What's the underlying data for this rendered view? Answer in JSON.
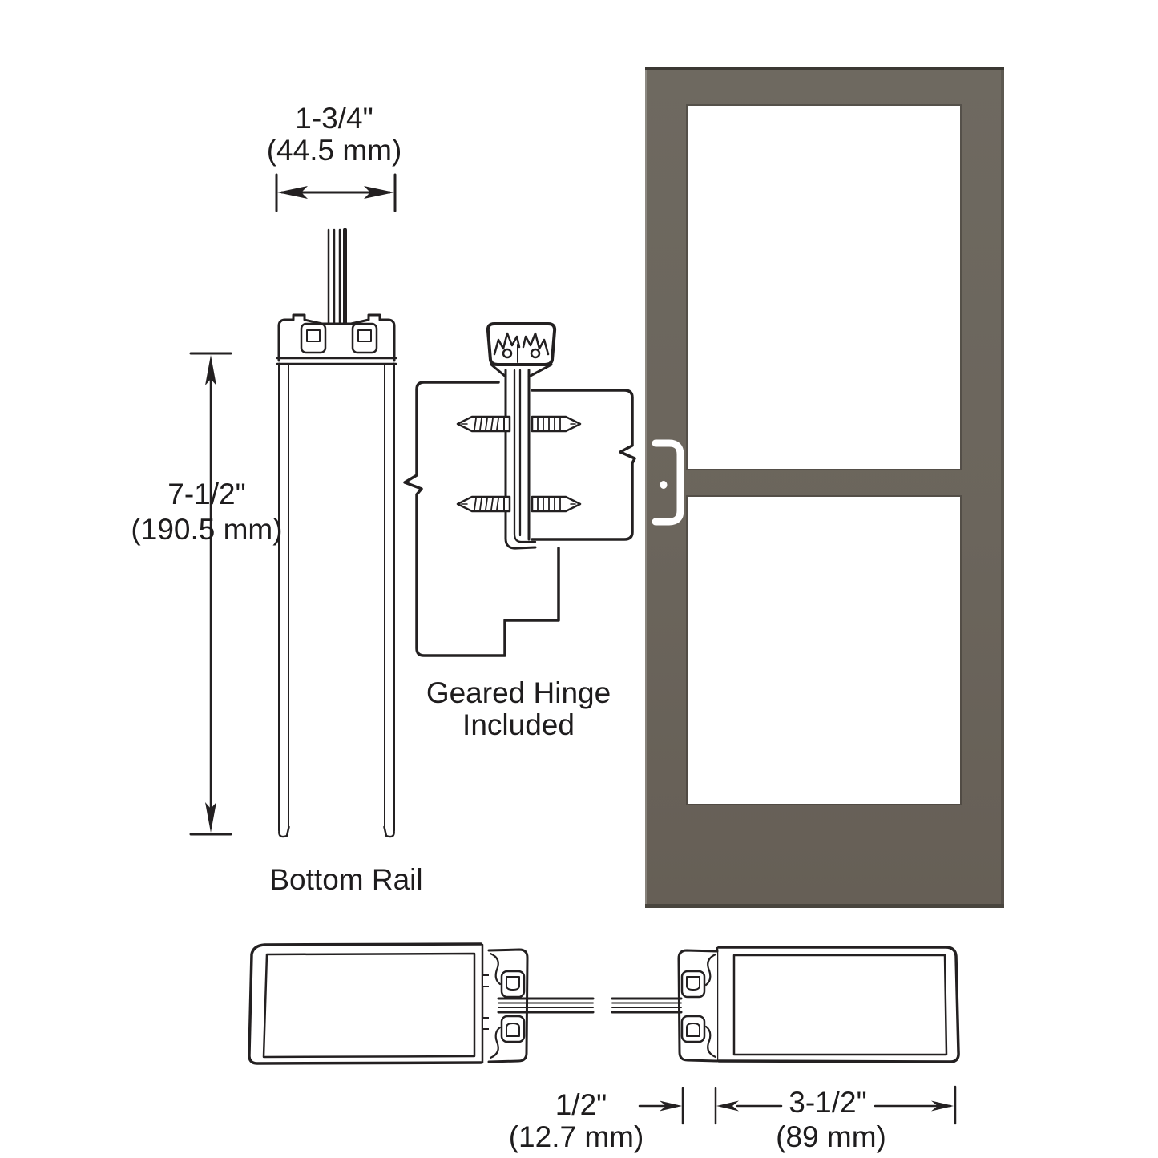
{
  "drawing": {
    "bottom_rail_section": {
      "width_label_in": "1-3/4\"",
      "width_label_mm": "(44.5 mm)",
      "height_label_in": "7-1/2\"",
      "height_label_mm": "(190.5 mm)",
      "caption": "Bottom Rail"
    },
    "hinge": {
      "caption_line1": "Geared Hinge",
      "caption_line2": "Included"
    },
    "stile_section": {
      "glass_stop_label_in": "1/2\"",
      "glass_stop_label_mm": "(12.7 mm)",
      "stile_label_in": "3-1/2\"",
      "stile_label_mm": "(89 mm)"
    },
    "door": {
      "finish_color": "#6b655c",
      "glass_color": "#ffffff",
      "handle_color": "#ffffff"
    },
    "line_color": "#232021"
  }
}
